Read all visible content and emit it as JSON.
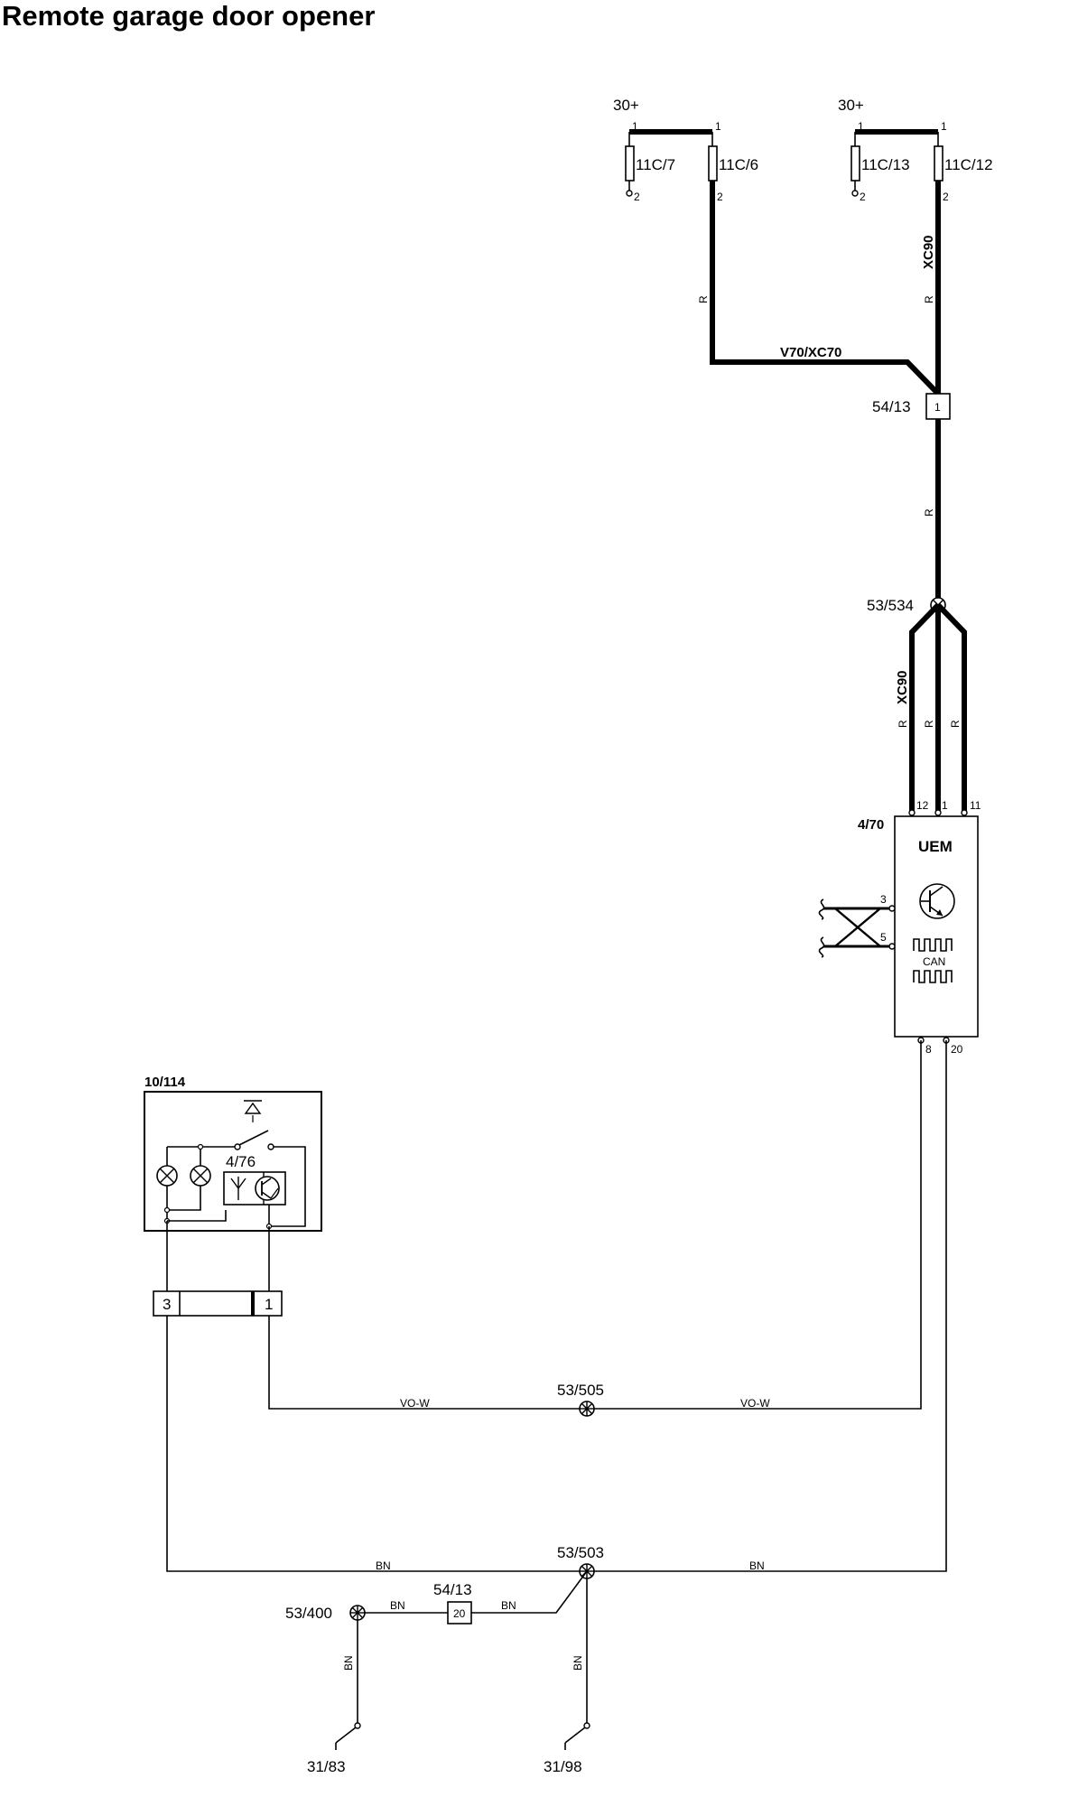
{
  "title": "Remote garage door opener",
  "supplies": {
    "left": "30+",
    "right": "30+"
  },
  "fuses": [
    {
      "id": "11C/7",
      "pin_top": "1",
      "pin_bottom": "2"
    },
    {
      "id": "11C/6",
      "pin_top": "1",
      "pin_bottom": "2"
    },
    {
      "id": "11C/13",
      "pin_top": "1",
      "pin_bottom": "2"
    },
    {
      "id": "11C/12",
      "pin_top": "1",
      "pin_bottom": "2"
    }
  ],
  "wire_colors": {
    "red": "R",
    "violet_white": "VO-W",
    "brown": "BN"
  },
  "variants": {
    "v70xc70": "V70/XC70",
    "xc90": "XC90"
  },
  "connectors": {
    "top": {
      "id": "54/13",
      "pin": "1"
    },
    "bottom": {
      "id": "54/13",
      "pin": "20"
    },
    "module_conn": {
      "pin_left": "3",
      "pin_right": "1"
    }
  },
  "splices": {
    "s534": "53/534",
    "s505": "53/505",
    "s503": "53/503",
    "s400": "53/400"
  },
  "uem": {
    "id": "4/70",
    "name": "UEM",
    "pins_top": [
      "12",
      "1",
      "11"
    ],
    "pins_side": [
      "3",
      "5"
    ],
    "pins_bottom": [
      "8",
      "20"
    ],
    "bus": "CAN"
  },
  "module": {
    "id": "10/114",
    "sub_id": "4/76"
  },
  "grounds": {
    "left": "31/83",
    "right": "31/98"
  }
}
